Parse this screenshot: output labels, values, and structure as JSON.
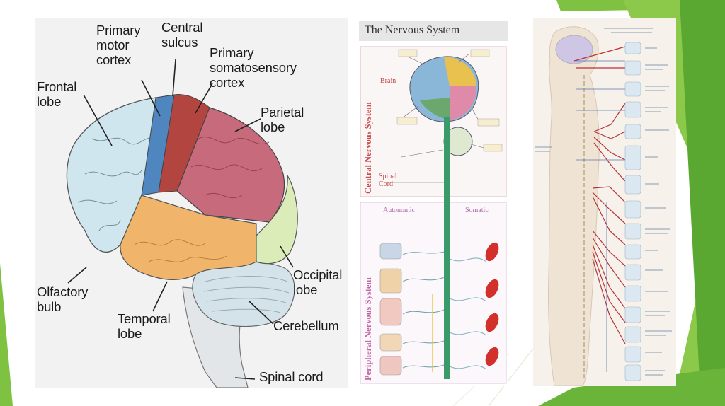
{
  "slide": {
    "colors": {
      "accent_green": "#7fc241",
      "dark_green": "#4f9a2b",
      "background": "#ffffff"
    }
  },
  "brain_diagram": {
    "labels": {
      "primary_motor_cortex": "Primary\nmotor\ncortex",
      "central_sulcus": "Central\nsulcus",
      "primary_somatosensory_cortex": "Primary\nsomatosensory\ncortex",
      "frontal_lobe": "Frontal\nlobe",
      "parietal_lobe": "Parietal\nlobe",
      "occipital_lobe": "Occipital\nlobe",
      "olfactory_bulb": "Olfactory\nbulb",
      "temporal_lobe": "Temporal\nlobe",
      "cerebellum": "Cerebellum",
      "spinal_cord": "Spinal cord"
    },
    "colors": {
      "frontal": "#cfe6ef",
      "motor": "#4f86c0",
      "somatosensory": "#b2453f",
      "parietal": "#c76a7c",
      "occipital": "#dcecb9",
      "temporal": "#f1b46b",
      "cerebellum": "#d4e3ea",
      "stem": "#e3e6e8"
    }
  },
  "nervous_system_diagram": {
    "title": "The Nervous System",
    "central_label": "Central Nervous System",
    "peripheral_label": "Peripheral Nervous System",
    "brain_label": "Brain",
    "spinal_cord_label": "Spinal\nCord",
    "autonomic_label": "Autonomic",
    "somatic_label": "Somatic",
    "colors": {
      "cns": "#c94a4a",
      "pns": "#c067a8",
      "cord": "#3b9a6a",
      "muscle": "#d2302a"
    }
  },
  "anatomy_diagram": {
    "colors": {
      "nerve": "#b8323a",
      "bg": "#f6f1ea",
      "label_box": "#dbe8f1"
    }
  }
}
